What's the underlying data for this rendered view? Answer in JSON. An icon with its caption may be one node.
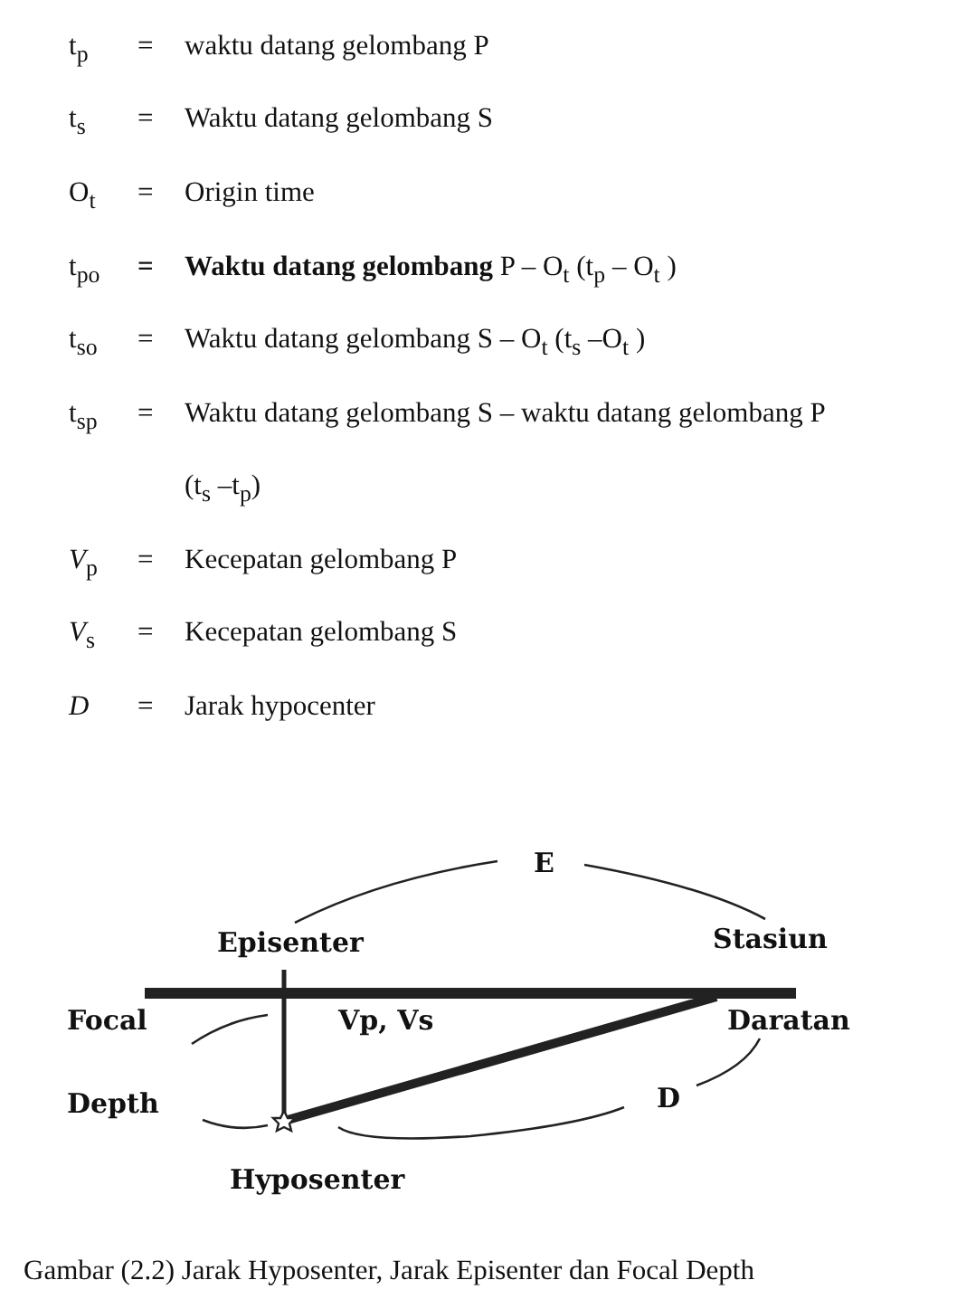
{
  "diagram": {
    "caption": "Gambar (2.2) Jarak Hyposenter, Jarak Episenter dan Focal Depth",
    "labels": [
      "t$_{p}$",
      "=",
      "waktu datang gelombang P",
      "t$_{s}$",
      "=",
      "Waktu datang gelombang S",
      "O$_{t}$",
      "=",
      "Origin time",
      "t$_{po}$",
      "=",
      "**Waktu datang gelombang** P – O$_{t}$ (t$_{p}$ – O$_{t}$ )",
      "t$_{so}$",
      "=",
      "Waktu datang gelombang S – O$_{t}$ (t$_{s}$ –O$_{t}$ )",
      "t$_{sp}$",
      "=",
      "Waktu datang gelombang S – waktu datang gelombang P",
      "(t$_{s}$ –t$_{p}$)",
      "*V*$_{p}$",
      "=",
      "Kecepatan gelombang P",
      "*V*$_{s}$",
      "=",
      "Kecepatan gelombang S",
      "*D*",
      "=",
      "Jarak hypocenter",
      "E",
      "Episenter",
      "Stasiun",
      "Focal",
      "Vp, Vs",
      "Daratan",
      "Depth",
      "D",
      "Hyposenter"
    ]
  }
}
